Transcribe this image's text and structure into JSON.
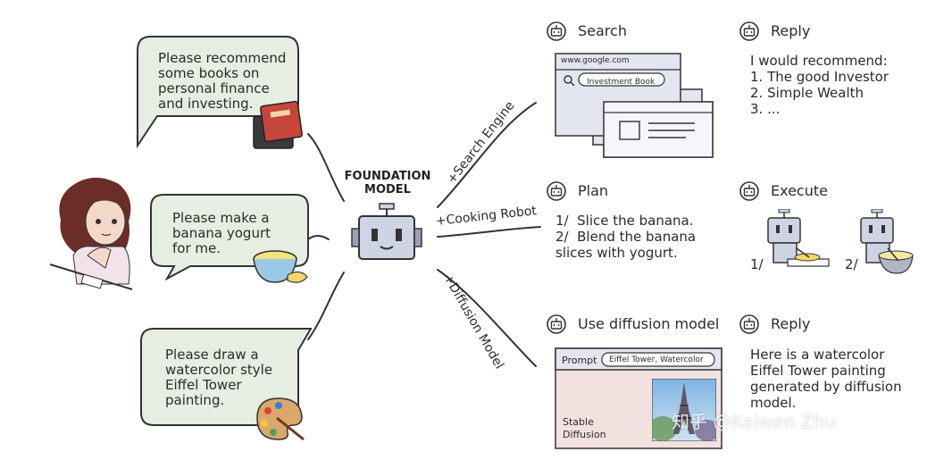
{
  "foundation_model": {
    "title_line1": "FOUNDATION",
    "title_line2": "MODEL"
  },
  "edges": {
    "search": "+Search Engine",
    "cooking": "+Cooking Robot",
    "diffusion": "+Diffusion Model"
  },
  "requests": {
    "books": "Please recommend\nsome books on\npersonal finance\nand investing.",
    "yogurt": "Please make a\nbanana yogurt\nfor me.",
    "painting": "Please draw a\nwatercolor style\nEiffel Tower\npainting."
  },
  "row1": {
    "search_heading": "Search",
    "url": "www.google.com",
    "query": "Investment Book",
    "reply_heading": "Reply",
    "reply_text": "I would recommend:\n1. The good Investor\n2. Simple Wealth\n3. ..."
  },
  "row2": {
    "plan_heading": "Plan",
    "plan_text": "1/  Slice the banana.\n2/  Blend the banana\nslices with yogurt.",
    "execute_heading": "Execute",
    "step1": "1/",
    "step2": "2/"
  },
  "row3": {
    "diffusion_heading": "Use diffusion model",
    "prompt_label": "Prompt",
    "prompt_value": "Eiffel Tower, Watercolor",
    "sd_label": "Stable\nDiffusion",
    "reply_heading": "Reply",
    "reply_text": "Here is a watercolor\nEiffel Tower painting\ngenerated by diffusion\nmodel."
  },
  "watermark": "知乎 @Kaiwen Zhu",
  "colors": {
    "bubble": "#e6ede1",
    "window": "#e3e5f0",
    "sd_panel": "#f3e1df",
    "line": "#333333"
  }
}
